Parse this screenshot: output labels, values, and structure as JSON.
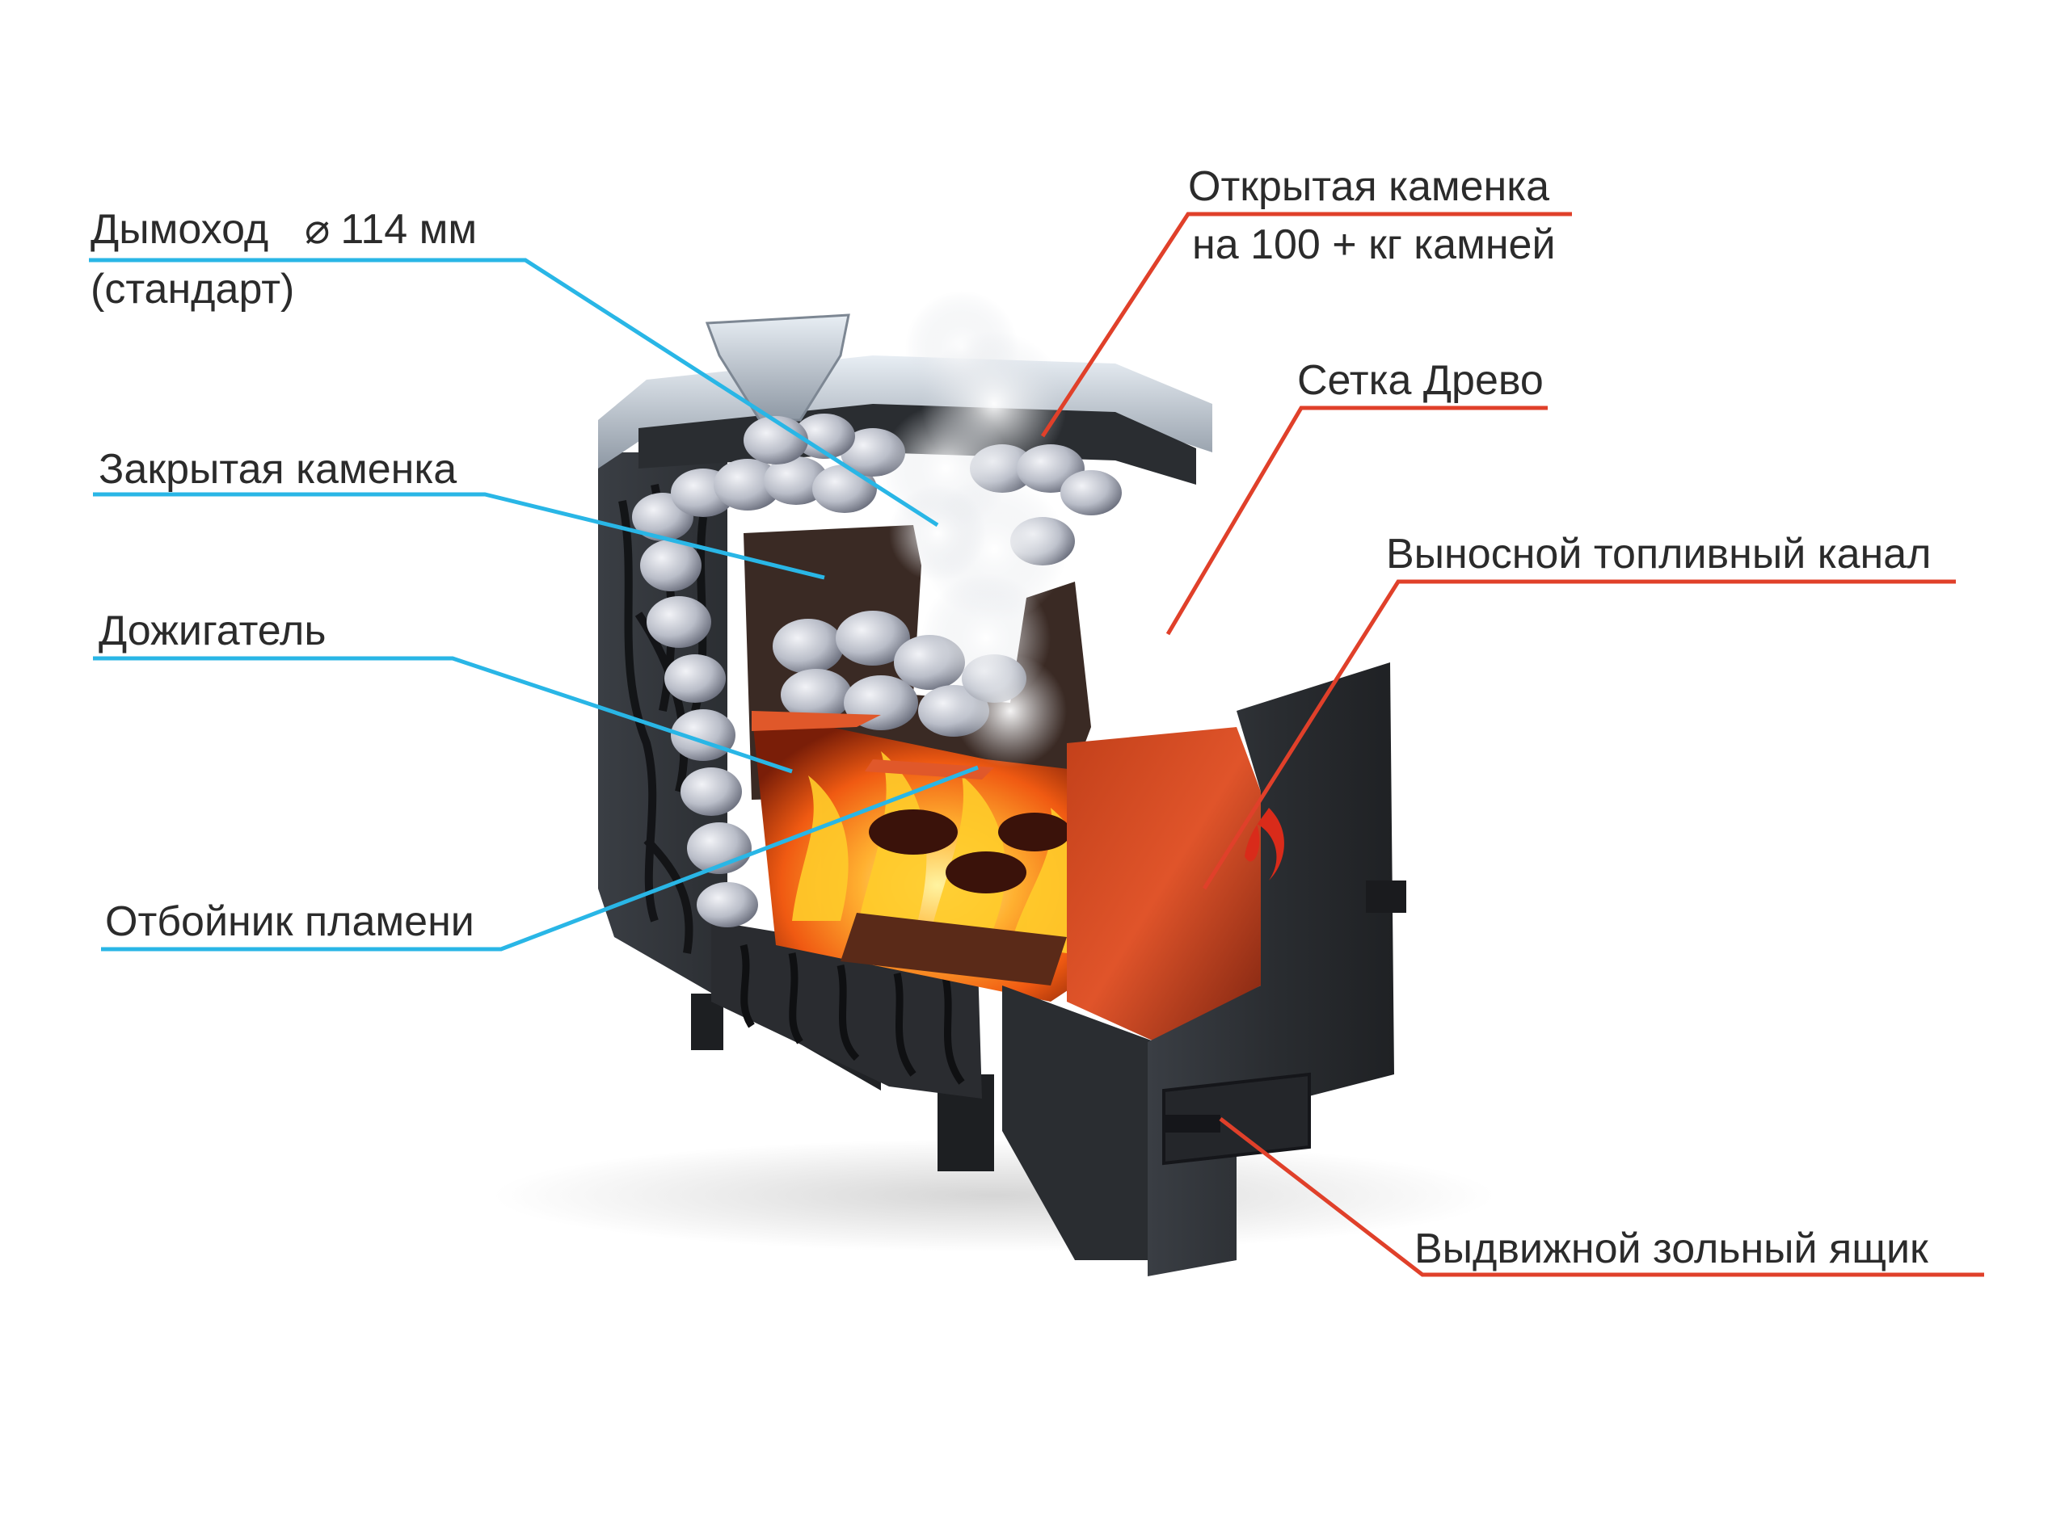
{
  "colors": {
    "left_leader": "#29b6e6",
    "right_leader": "#e0402a",
    "text": "#2b2b2b",
    "stove_body": "#2c2f33",
    "fire": "#ff7a1a",
    "stones": "#c9ccd6"
  },
  "labels_left": {
    "chimney_line1_prefix": "Дымоход",
    "chimney_diameter_symbol": "⌀",
    "chimney_line1_value": "114 мм",
    "chimney_line2": "(стандарт)",
    "closed_heater": "Закрытая каменка",
    "afterburner": "Дожигатель",
    "flame_deflector": "Отбойник пламени"
  },
  "labels_right": {
    "open_heater_line1": "Открытая каменка",
    "open_heater_line2": "на 100 + кг камней",
    "mesh": "Сетка Древо",
    "remote_fuel_channel": "Выносной топливный канал",
    "ash_drawer": "Выдвижной зольный ящик"
  }
}
